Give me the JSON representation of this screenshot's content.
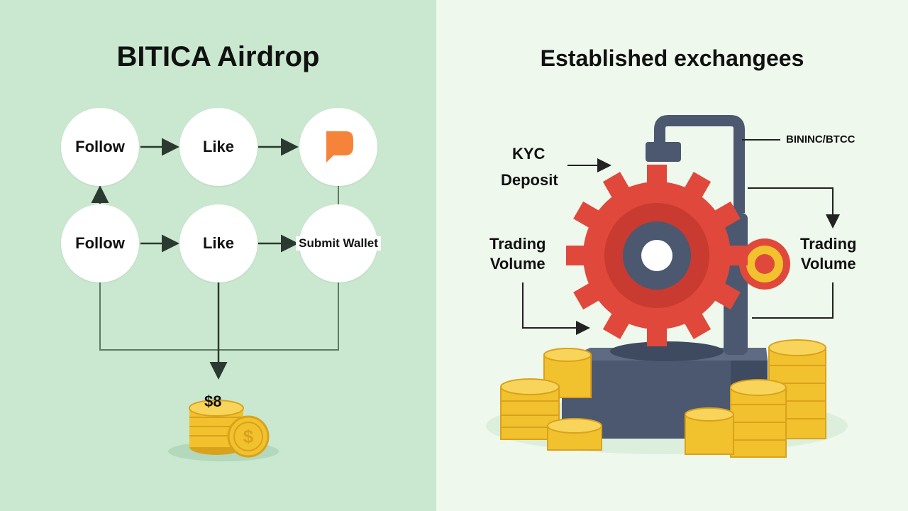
{
  "left": {
    "title": "BITICA Airdrop",
    "nodes": {
      "follow_top": "Follow",
      "like_top": "Like",
      "follow_bottom": "Follow",
      "like_bottom": "Like",
      "submit_wallet": "Submit Wallet"
    },
    "reward": "$8",
    "colors": {
      "background": "#c9e8cf",
      "node": "#ffffff",
      "speech_bubble": "#f5843a",
      "coin": "#f2c12e"
    }
  },
  "right": {
    "title": "Established exchangees",
    "labels": {
      "kyc": "KYC",
      "deposit": "Deposit",
      "trading_volume_left": [
        "Trading",
        "Volume"
      ],
      "trading_volume_right": [
        "Trading",
        "Volume"
      ],
      "exchanges": "BININC/BTCC"
    },
    "colors": {
      "background": "#eef8ec",
      "gear": "#e0483b",
      "press": "#4b5870",
      "coin": "#f2c12e"
    }
  },
  "icons": [
    "speech-bubble-icon",
    "dollar-coin-icon",
    "gear-icon",
    "press-machine-icon"
  ]
}
